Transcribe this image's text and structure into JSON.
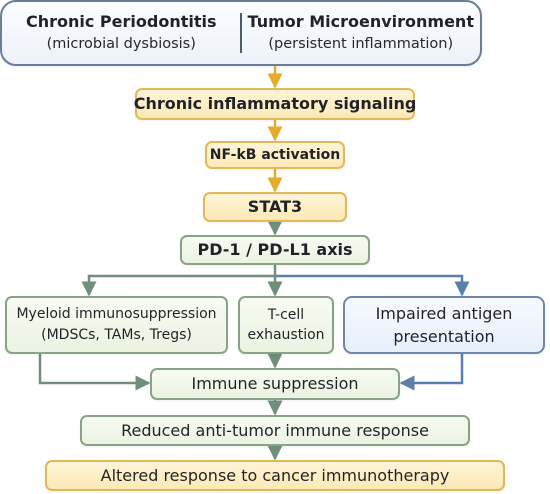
{
  "top": {
    "left_title": "Chronic Periodontitis",
    "left_subtitle": "(microbial dysbiosis)",
    "right_title": "Tumor Microenvironment",
    "right_subtitle": "(persistent inflammation)"
  },
  "nodes": {
    "chronic_inflammatory_signaling": "Chronic inflammatory signaling",
    "nfkb_activation": "NF-kB activation",
    "stat3": "STAT3",
    "pd1_pdl1_axis": "PD-1 / PD-L1 axis",
    "myeloid_line1": "Myeloid immunosuppression",
    "myeloid_line2": "(MDSCs, TAMs, Tregs)",
    "tcell_line1": "T-cell",
    "tcell_line2": "exhaustion",
    "antigen_line1": "Impaired antigen",
    "antigen_line2": "presentation",
    "immune_suppression": "Immune suppression",
    "reduced_response": "Reduced anti-tumor immune response",
    "altered_response": "Altered response to cancer immunotherapy"
  },
  "colors": {
    "arrow_gold": "#e6ab2b",
    "arrow_green": "#6f8f7c",
    "arrow_blue": "#5a7faa",
    "border_yellow": "#e2b85a",
    "border_green": "#8aa285",
    "border_blue": "#6c88af"
  }
}
